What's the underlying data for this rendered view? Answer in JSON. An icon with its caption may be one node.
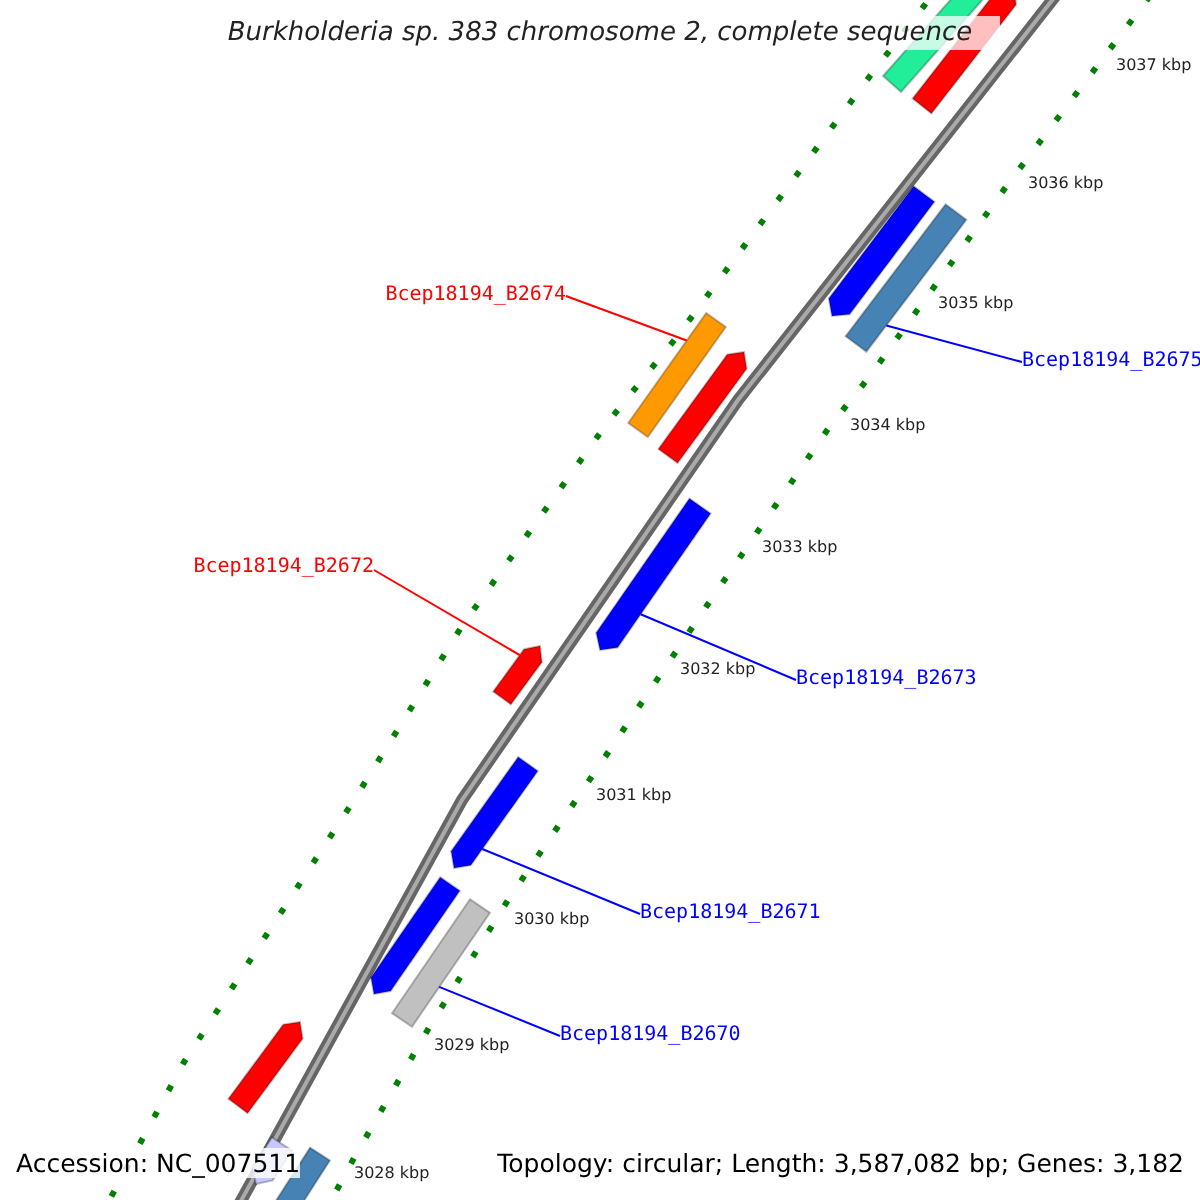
{
  "diagram": {
    "title": "Burkholderia sp. 383 chromosome 2, complete sequence",
    "nodes": [
      {
        "text": [
          "Bcep18194_B2674"
        ]
      },
      {
        "text": [
          "Bcep18194_B2675"
        ]
      },
      {
        "text": [
          "Bcep18194_B2672"
        ]
      },
      {
        "text": [
          "Bcep18194_B2673"
        ]
      },
      {
        "text": [
          "Bcep18194_B2671"
        ]
      },
      {
        "text": [
          "Bcep18194_B2670"
        ]
      },
      {
        "text": [],
        "shape": "bar"
      },
      {
        "text": [],
        "shape": "bar"
      },
      {
        "text": [],
        "shape": "bar"
      },
      {
        "text": [],
        "shape": "bar"
      },
      {
        "text": [],
        "shape": "bar"
      },
      {
        "text": [],
        "shape": "bar"
      }
    ],
    "edges": [
      {
        "from": 0,
        "to": 6,
        "arrow": "none",
        "color": "#ff0000"
      },
      {
        "from": 1,
        "to": 7,
        "arrow": "none",
        "color": "#0000ff"
      },
      {
        "from": 2,
        "to": 8,
        "arrow": "none",
        "color": "#ff0000"
      },
      {
        "from": 3,
        "to": 9,
        "arrow": "none",
        "color": "#0000ff"
      },
      {
        "from": 4,
        "to": 10,
        "arrow": "none",
        "color": "#0000ff"
      },
      {
        "from": 5,
        "to": 11,
        "arrow": "none",
        "color": "#0000ff"
      }
    ],
    "labels": [
      "3037 kbp",
      "3036 kbp",
      "3035 kbp",
      "3034 kbp",
      "3033 kbp",
      "3032 kbp",
      "3031 kbp",
      "3030 kbp",
      "3029 kbp",
      "3028 kbp",
      "Accession: NC_007511",
      "Topology: circular; Length: 3,587,082 bp; Genes: 3,182"
    ]
  }
}
